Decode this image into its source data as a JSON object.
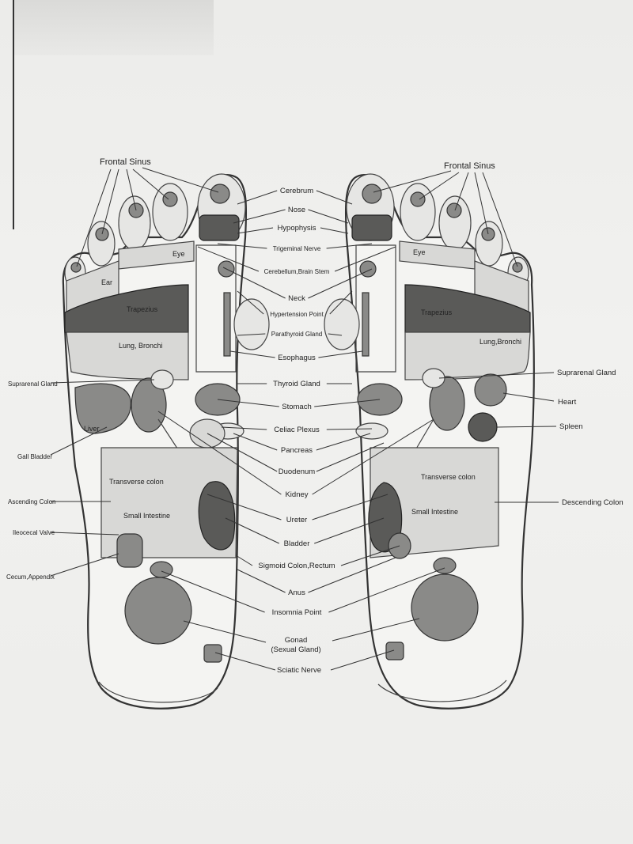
{
  "labels": {
    "frontal_sinus_left": "Frontal Sinus",
    "frontal_sinus_right": "Frontal Sinus",
    "center": [
      "Cerebrum",
      "Nose",
      "Hypophysis",
      "Trigeminal Nerve",
      "Cerebellum,Brain Stem",
      "Neck",
      "Hypertension Point",
      "Parathyroid Gland",
      "Esophagus",
      "Thyroid Gland",
      "Stomach",
      "Celiac Plexus",
      "Pancreas",
      "Duodenum",
      "Kidney",
      "Ureter",
      "Bladder",
      "Sigmoid Colon,Rectum",
      "Anus",
      "Insomnia Point"
    ],
    "gonad_line1": "Gonad",
    "gonad_line2": "(Sexual Gland)",
    "sciatic": "Sciatic Nerve",
    "left_side": [
      "Suprarenal Gland",
      "Gall Bladder",
      "Ascending Colon",
      "Ileocecal Valve",
      "Cecum,Appendix"
    ],
    "right_side": [
      "Suprarenal Gland",
      "Heart",
      "Spleen",
      "Descending Colon"
    ]
  },
  "inner_labels": {
    "left_eye": "Eye",
    "left_ear": "Ear",
    "left_trapezius": "Trapezius",
    "left_lung": "Lung, Bronchi",
    "left_liver": "Liver",
    "left_transverse": "Transverse colon",
    "left_small_intestine": "Small Intestine",
    "right_eye": "Eye",
    "right_trapezius": "Trapezius",
    "right_lung": "Lung,Bronchi",
    "right_transverse": "Transverse colon",
    "right_small_intestine": "Small Intestine"
  }
}
